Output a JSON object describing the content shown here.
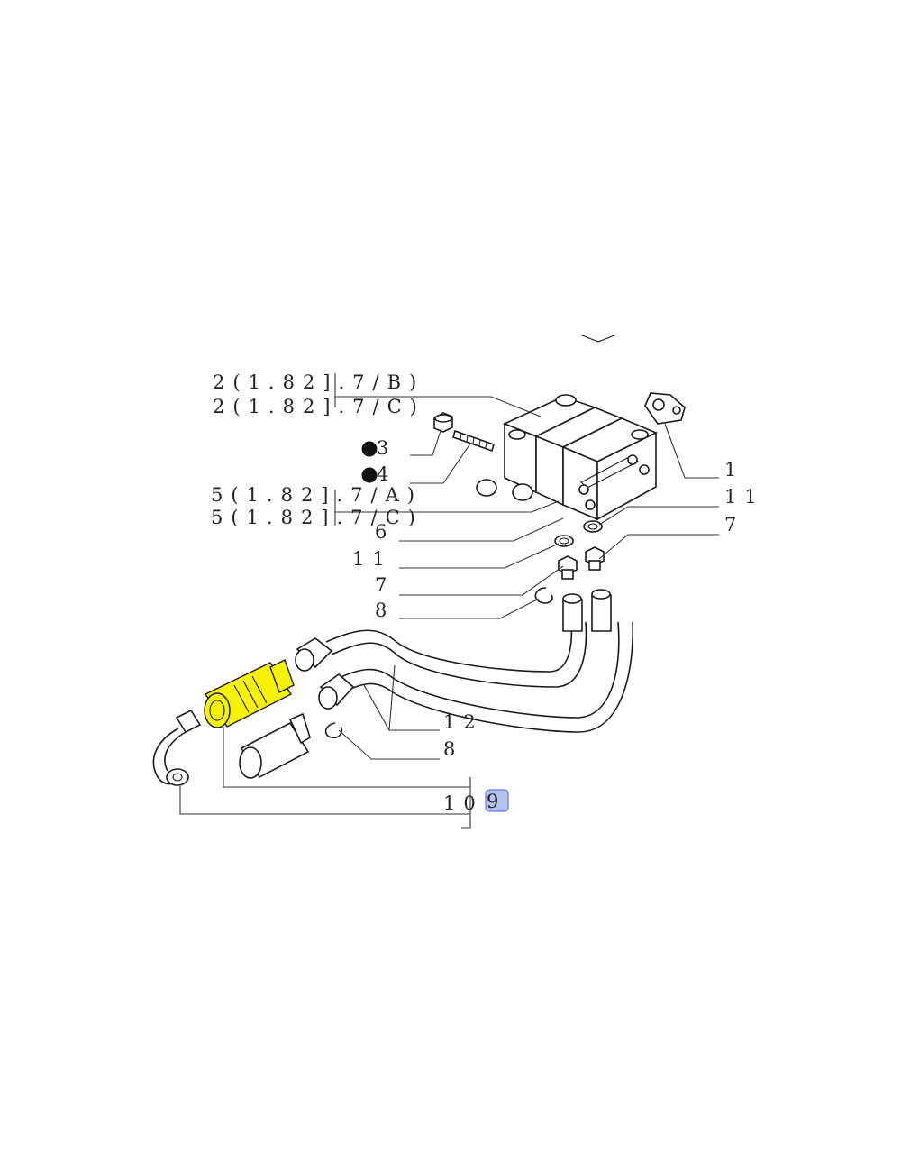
{
  "labels": {
    "ref_2b": "2(1.82].7/B)",
    "ref_2c": "2(1.82].7/C)",
    "ref_5a": "5(1.82].7/A)",
    "ref_5c": "5(1.82].7/C)",
    "p3": "3",
    "p4": "4",
    "p6": "6",
    "p11_left": "11",
    "p7_left": "7",
    "p8_left": "8",
    "p1": "1",
    "p11_right": "11",
    "p7_right": "7",
    "p12": "12",
    "p8_bottom": "8",
    "p10": "10",
    "p9": "9"
  },
  "colors": {
    "highlight": "#f7f200",
    "selected_badge": "#b7c3ef",
    "selected_badge_border": "#6b7bd6"
  }
}
